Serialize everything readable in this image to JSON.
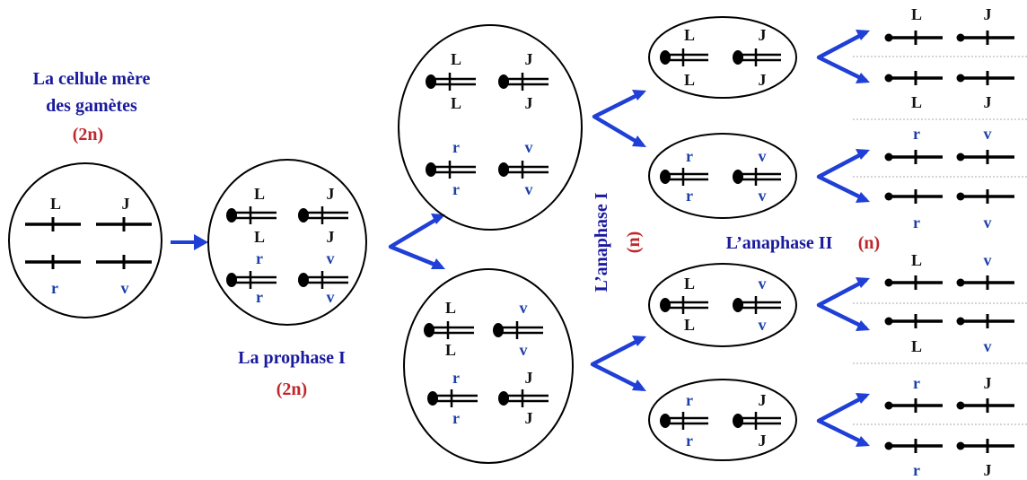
{
  "labels": {
    "mother_cell_line1": "La cellule mère",
    "mother_cell_line2": "des gamètes",
    "mother_ploidy": "(2n)",
    "prophase": "La prophase I",
    "prophase_ploidy": "(2n)",
    "anaphase1": "L’anaphase I",
    "anaphase1_ploidy": "(n)",
    "anaphase2": "L’anaphase II",
    "anaphase2_ploidy": "(n)"
  },
  "alleles": {
    "L": "L",
    "J": "J",
    "r": "r",
    "v": "v"
  },
  "colors": {
    "label_blue": "#1a1a9e",
    "ploidy_red": "#c0272d",
    "arrow_blue": "#1f3fd6",
    "allele_blue": "#1a3fa8",
    "allele_black": "#111111"
  }
}
